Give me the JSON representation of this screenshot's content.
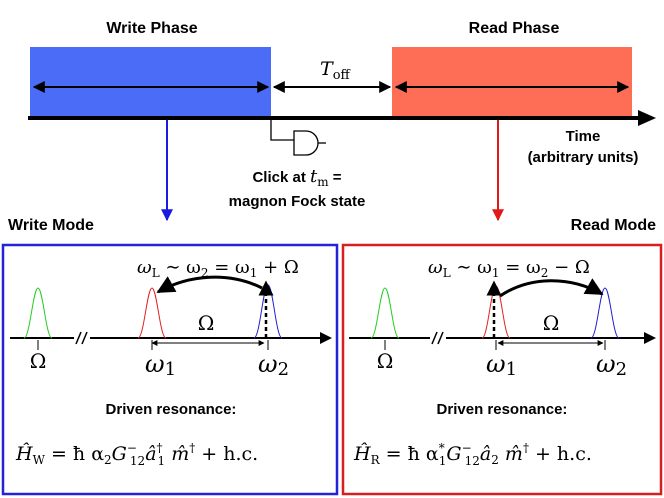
{
  "timeline": {
    "write_phase_label": "Write Phase",
    "read_phase_label": "Read Phase",
    "toff_symbol": "T",
    "toff_subscript": "off",
    "time_label_line1": "Time",
    "time_label_line2": "(arbitrary units)",
    "click_label_prefix": "Click at ",
    "click_symbol": "t",
    "click_subscript": "m",
    "click_label_suffix": " =",
    "click_label_line2": "magnon Fock state",
    "write_color": "#4a6cf7",
    "read_color": "#fe6e56"
  },
  "write_mode": {
    "title": "Write Mode",
    "frame_color": "#2323d8",
    "drive_w": "ω",
    "drive_w_sub": "L",
    "drive_mid": " ∼ ω",
    "drive_mid_sub": "2",
    "drive_rhs": " = ω",
    "drive_rhs_sub": "1",
    "drive_tail": " + Ω",
    "omega_gap": "Ω",
    "axis_omega": "Ω",
    "axis_w1": "ω",
    "axis_w1_sub": "1",
    "axis_w2": "ω",
    "axis_w2_sub": "2",
    "caption": "Driven resonance:",
    "ham_H": "Ĥ",
    "ham_H_sub": "W",
    "ham_rest": " = ħ α",
    "ham_a_sub": "2",
    "ham_G": "G",
    "ham_G_sup": "−",
    "ham_G_sub": "12",
    "ham_op1": "â",
    "ham_op1_sup": "†",
    "ham_op1_sub": "1",
    "ham_op2": " m̂",
    "ham_op2_sup": "†",
    "ham_hc": " + h.c."
  },
  "read_mode": {
    "title": "Read Mode",
    "frame_color": "#d81f1f",
    "drive_w": "ω",
    "drive_w_sub": "L",
    "drive_mid": " ∼ ω",
    "drive_mid_sub": "1",
    "drive_rhs": " = ω",
    "drive_rhs_sub": "2",
    "drive_tail": " − Ω",
    "omega_gap": "Ω",
    "axis_omega": "Ω",
    "axis_w1": "ω",
    "axis_w1_sub": "1",
    "axis_w2": "ω",
    "axis_w2_sub": "2",
    "caption": "Driven resonance:",
    "ham_H": "Ĥ",
    "ham_H_sub": "R",
    "ham_rest": " = ħ α",
    "ham_a_sup": "*",
    "ham_a_sub": "1",
    "ham_G": "G",
    "ham_G_sup": "−",
    "ham_G_sub": "12",
    "ham_op1": "â",
    "ham_op1_sub": "2",
    "ham_op2": " m̂",
    "ham_op2_sup": "†",
    "ham_hc": " + h.c."
  },
  "colors": {
    "green_peak": "#22cc22",
    "red_peak": "#e02020",
    "blue_peak": "#2020d0"
  }
}
